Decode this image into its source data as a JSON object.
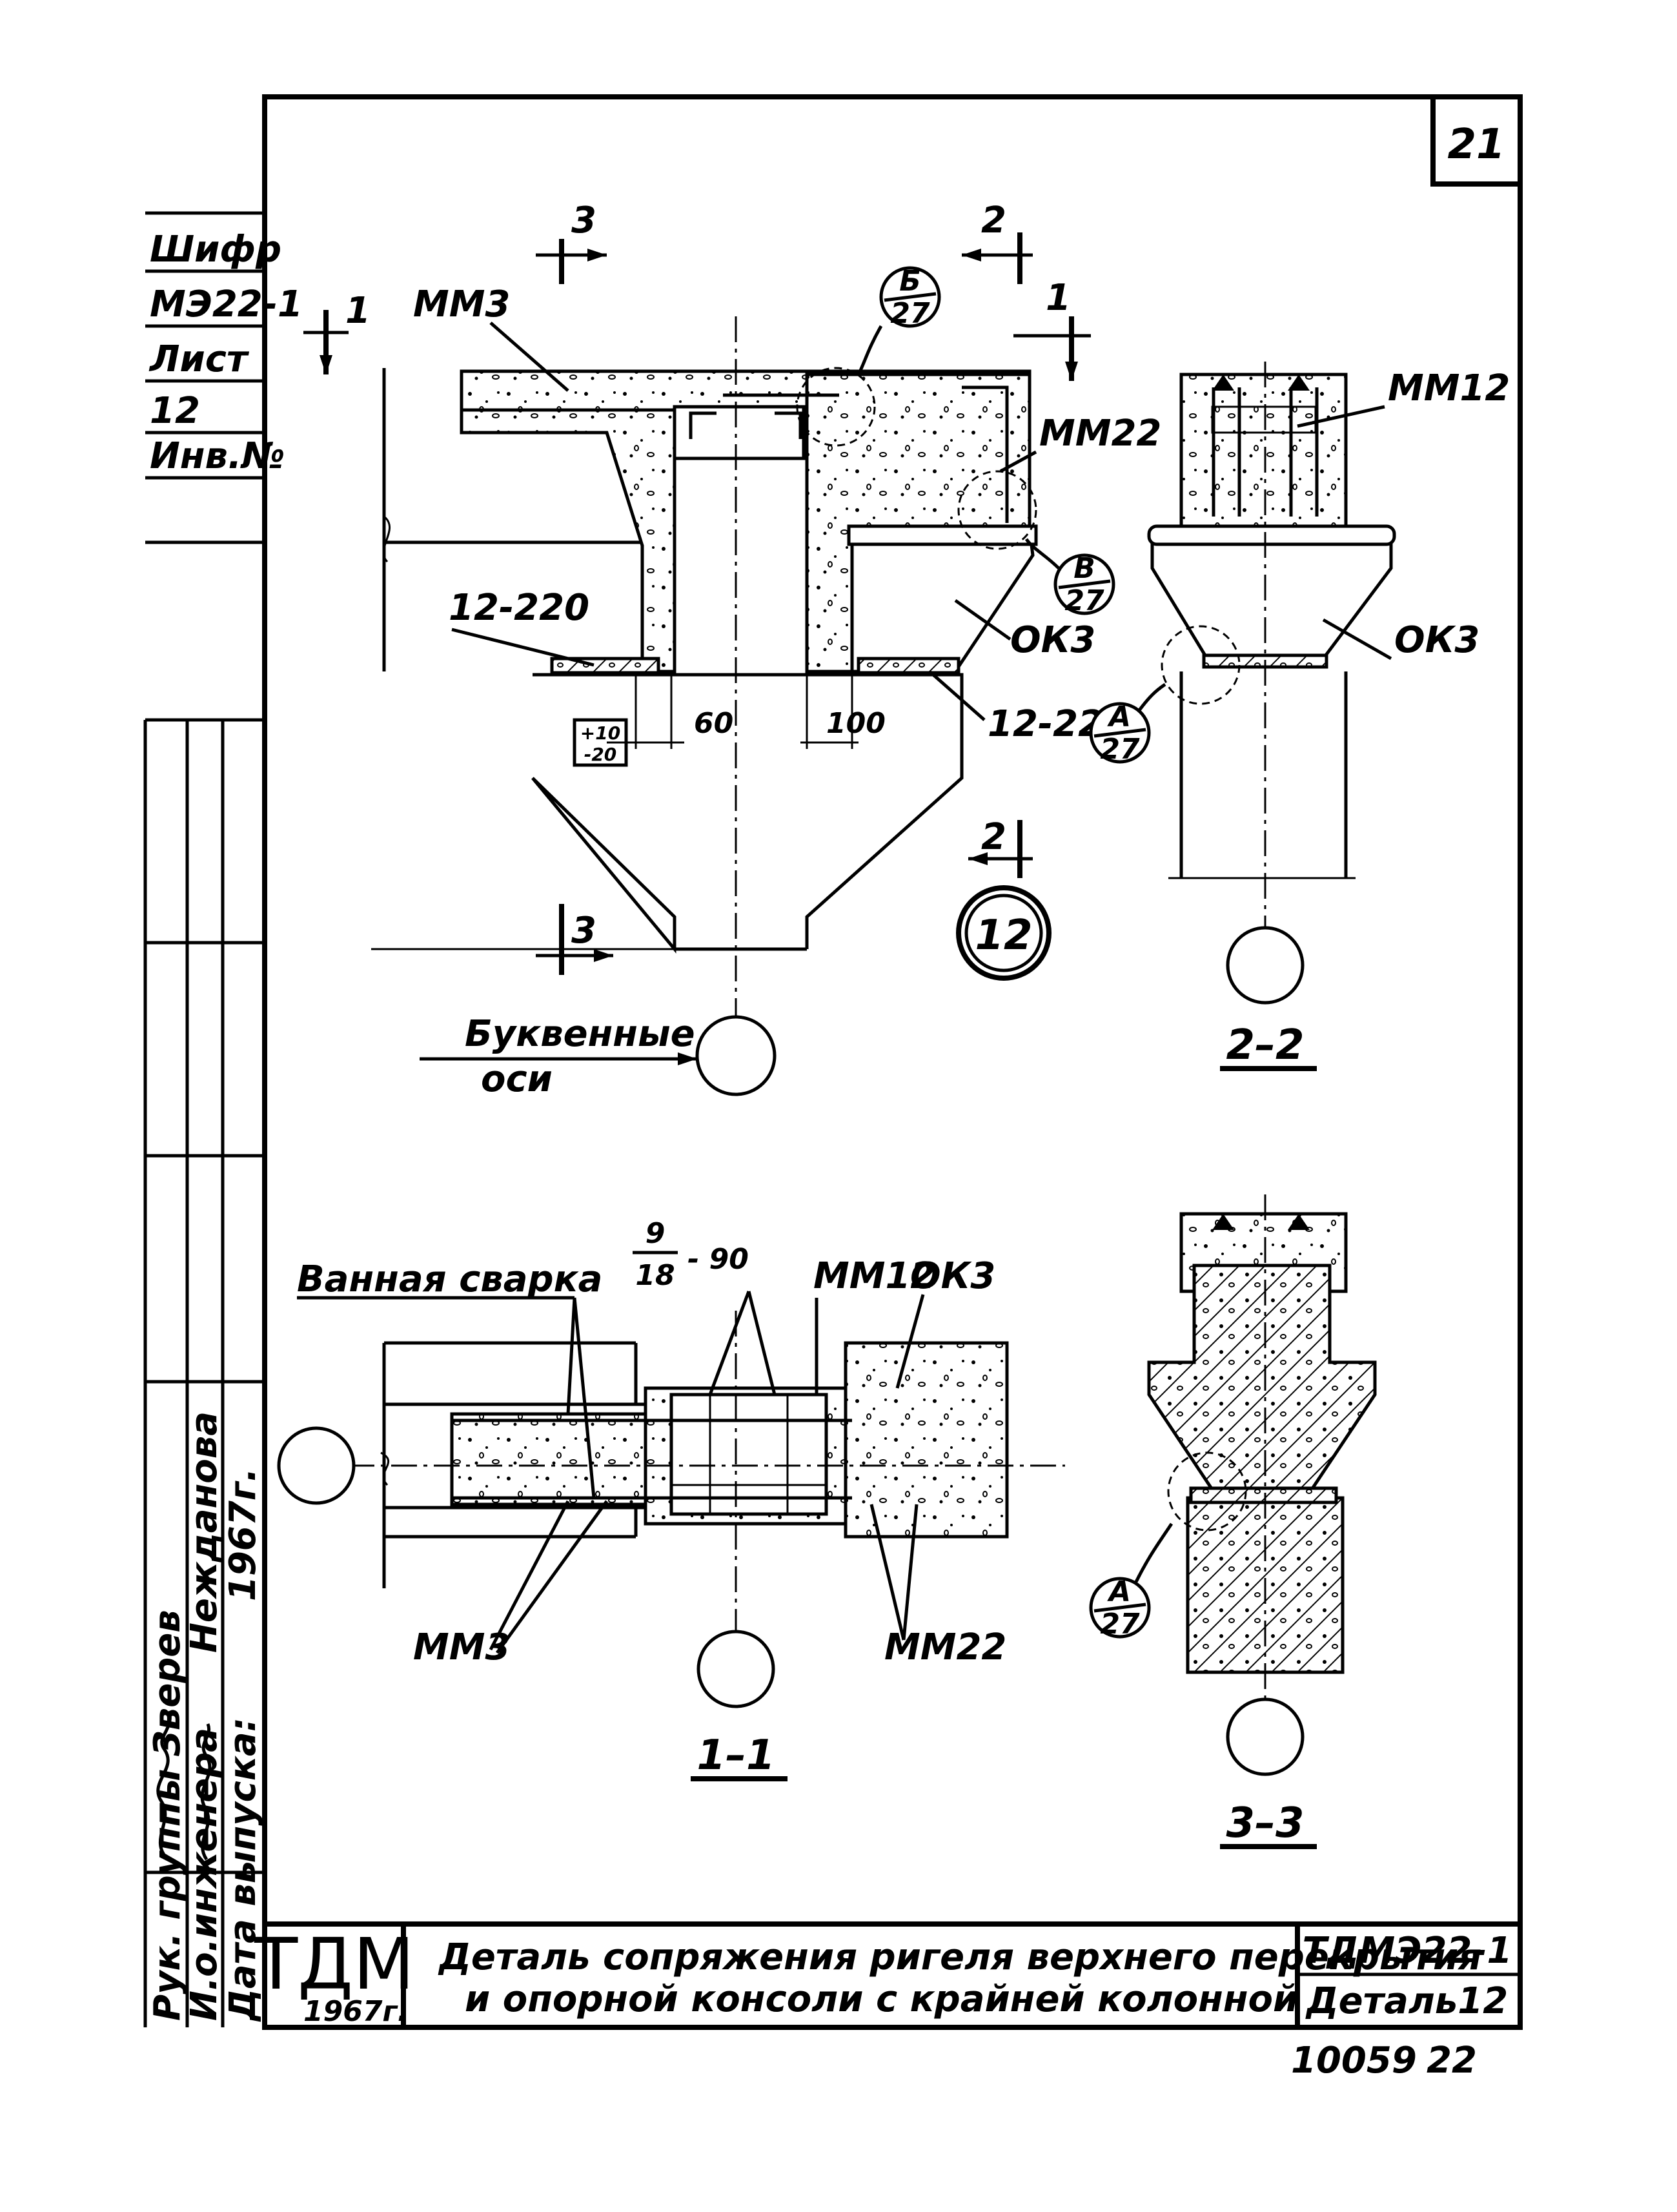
{
  "sheet": {
    "number": "21",
    "stamp_left": "ТДМ",
    "stamp_year": "1967г.",
    "title_line1": "Деталь сопряжения ригеля верхнего перекрытия",
    "title_line2": "и опорной консоли с крайней колонной",
    "code": "ТДМЭ22-1",
    "detail": "Деталь12",
    "inventory": "10059",
    "page": "22"
  },
  "side_stamp": {
    "cipher_label": "Шифр",
    "cipher_value": "МЭ22-1",
    "sheet_label": "Лист",
    "sheet_value": "12",
    "inv_label": "Инв.№",
    "row1_label": "Рук. группы",
    "row1_name": "Зверев",
    "row2_label": "И.о.инженера",
    "row2_name": "Нежданова",
    "row3_label": "Дата выпуска:",
    "row3_value": "1967г."
  },
  "plan": {
    "cut_3": "3",
    "cut_2": "2",
    "cut_1": "1",
    "mm3": "ММ3",
    "mm22": "ММ22",
    "ok3": "ОК3",
    "plate_top": "12-220",
    "plate_bottom": "12-220",
    "dim_60": "60",
    "dim_100": "100",
    "tol_plus": "+10",
    "tol_minus": "-20",
    "callout_b_num": "Б",
    "callout_b_den": "27",
    "callout_v_num": "В",
    "callout_v_den": "27",
    "axis_note_1": "Буквенные",
    "axis_note_2": "оси",
    "node_number": "12"
  },
  "sec22": {
    "mm12": "ММ12",
    "ok3": "ОК3",
    "callout_a_num": "А",
    "callout_a_den": "27",
    "title": "2–2"
  },
  "sec11": {
    "weld": "Ванная сварка",
    "frac_num": "9",
    "frac_den": "18",
    "frac_tail": "- 90",
    "mm12": "ММ12",
    "ok3": "ОК3",
    "mm3": "ММ3",
    "mm22": "ММ22",
    "title": "1–1"
  },
  "sec33": {
    "callout_a_num": "А",
    "callout_a_den": "27",
    "title": "3–3"
  }
}
